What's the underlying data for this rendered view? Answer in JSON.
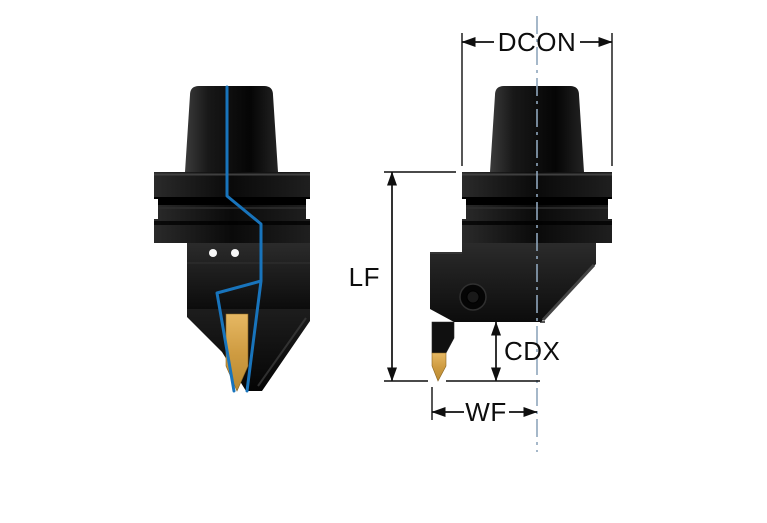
{
  "drawing": {
    "type": "technical-dimension-drawing",
    "subject": "turning tool holder with grooving insert, front and side views",
    "background": "#ffffff",
    "dimensions": {
      "dcon": "DCON",
      "lf": "LF",
      "cdx": "CDX",
      "wf": "WF"
    },
    "colors": {
      "tool_body": "#0c0c0c",
      "insert_gold": "#cf9c42",
      "contour_line_blue": "#1874bc",
      "centerline_blue_gray": "#8fa6bc",
      "dimension_line": "#0f0f0f"
    }
  }
}
